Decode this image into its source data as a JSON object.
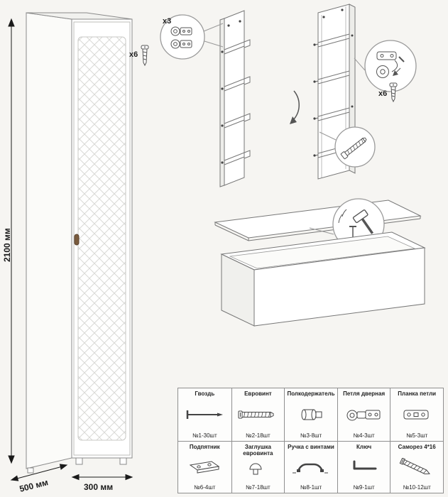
{
  "labels": {
    "height": "2100 мм",
    "depth": "500 мм",
    "width": "300 мм",
    "hinges_qty": "x3",
    "screws_qty_left": "x6",
    "screws_qty_right": "x6"
  },
  "colors": {
    "line": "#777777",
    "dimension": "#1a1a1a",
    "handle": "#7a5c3e",
    "background": "#f6f5f2"
  },
  "parts": {
    "row1": [
      {
        "name": "Гвоздь",
        "qty": "№1-30шт",
        "icon": "nail-icon"
      },
      {
        "name": "Евровинт",
        "qty": "№2-18шт",
        "icon": "euroscrew-icon"
      },
      {
        "name": "Полкодержатель",
        "qty": "№3-8шт",
        "icon": "shelf-pin-icon"
      },
      {
        "name": "Петля дверная",
        "qty": "№4-3шт",
        "icon": "door-hinge-icon"
      },
      {
        "name": "Планка петли",
        "qty": "№5-3шт",
        "icon": "hinge-plate-icon"
      }
    ],
    "row2": [
      {
        "name": "Подпятник",
        "qty": "№6-4шт",
        "icon": "foot-glide-icon"
      },
      {
        "name": "Заглушка евровинта",
        "qty": "№7-18шт",
        "icon": "screw-cap-icon"
      },
      {
        "name": "Ручка с винтами",
        "qty": "№8-1шт",
        "icon": "handle-icon"
      },
      {
        "name": "Ключ",
        "qty": "№9-1шт",
        "icon": "hex-key-icon"
      },
      {
        "name": "Саморез 4*16",
        "qty": "№10-12шт",
        "icon": "screw-icon"
      }
    ]
  }
}
